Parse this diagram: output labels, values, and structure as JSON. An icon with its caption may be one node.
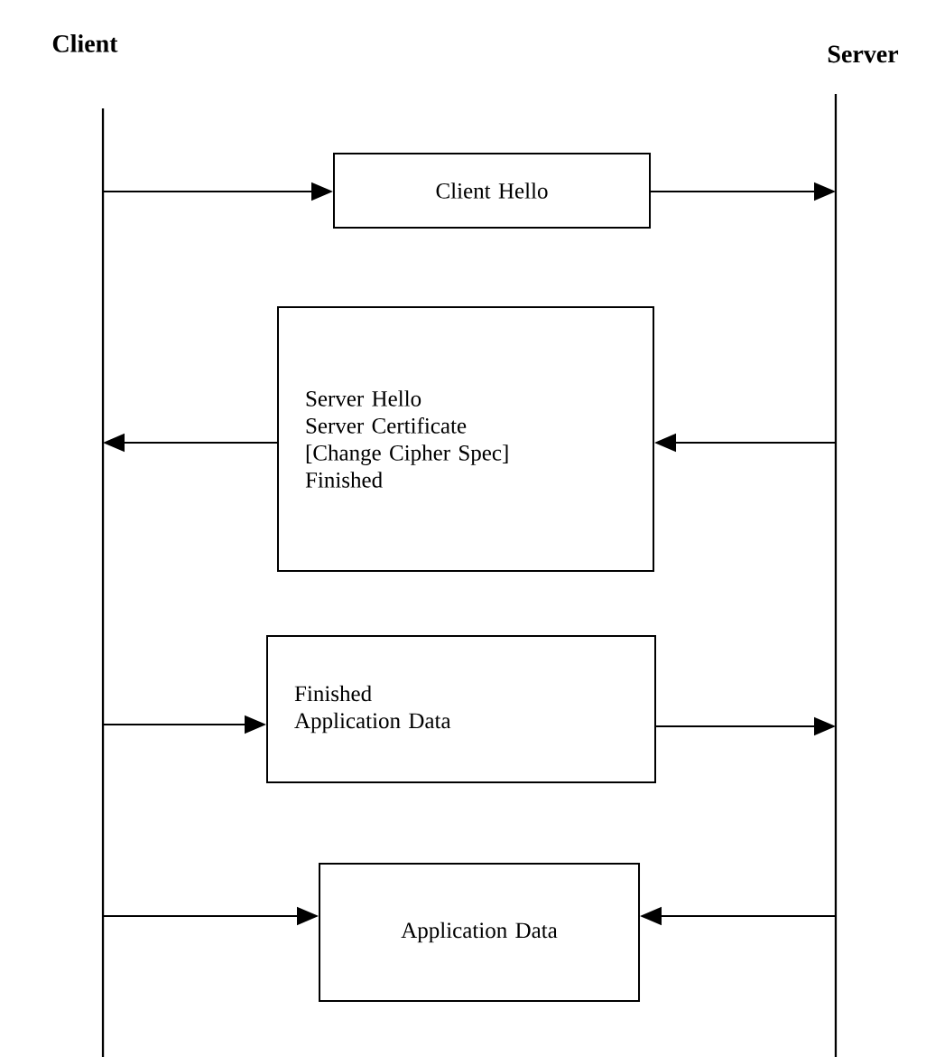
{
  "diagram": {
    "nodes": [
      {
        "text": [
          "Client"
        ]
      },
      {
        "text": [
          "Server"
        ]
      },
      {
        "text": [],
        "shape": "line"
      },
      {
        "text": [],
        "shape": "line"
      },
      {
        "text": [
          "Client Hello"
        ]
      },
      {
        "text": [
          "Server Hello",
          "Server Certificate",
          "[Change Cipher Spec]",
          "Finished"
        ]
      },
      {
        "text": [
          "Finished",
          "Application Data"
        ]
      },
      {
        "text": [
          "Application Data"
        ]
      }
    ],
    "edges": [
      {
        "from": 2,
        "to": 4,
        "arrow": "to"
      },
      {
        "from": 4,
        "to": 3,
        "arrow": "to"
      },
      {
        "from": 3,
        "to": 5,
        "arrow": "to"
      },
      {
        "from": 5,
        "to": 2,
        "arrow": "to"
      },
      {
        "from": 2,
        "to": 6,
        "arrow": "to"
      },
      {
        "from": 6,
        "to": 3,
        "arrow": "to"
      },
      {
        "from": 2,
        "to": 7,
        "arrow": "to"
      },
      {
        "from": 3,
        "to": 7,
        "arrow": "to"
      }
    ]
  }
}
